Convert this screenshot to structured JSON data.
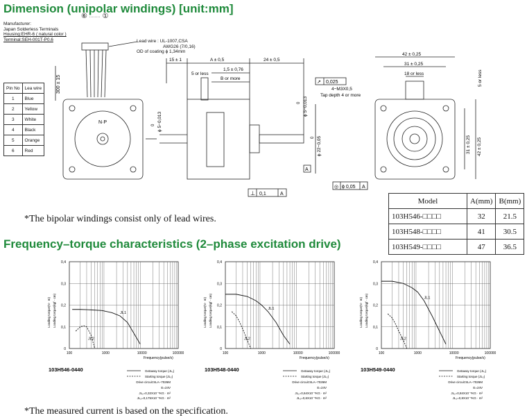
{
  "headings": {
    "dimension": "Dimension (unipolar windings) [unit:mm]",
    "freq_torque": "Frequency–torque characteristics (2–phase excitation drive)"
  },
  "manufacturer": {
    "line1": "Manufacturer:",
    "line2": "Japan Solderless Terminals",
    "line3": "Housing:EHR-6 ( natural color )",
    "line4": "Terminal:SEH-001T-P0.6",
    "connector_labels": [
      "⑥",
      "········",
      "①"
    ]
  },
  "lead_wire": {
    "line1": "Lead wire : UL-1007,CSA",
    "line2": "AWG26 (7/0,16)",
    "line3": "OD of coating ϕ 1,34mm"
  },
  "pin_table": {
    "headers": [
      "Pin No",
      "Lea wire"
    ],
    "rows": [
      [
        "1",
        "Blue"
      ],
      [
        "2",
        "Yellow"
      ],
      [
        "3",
        "White"
      ],
      [
        "4",
        "Black"
      ],
      [
        "5",
        "Orange"
      ],
      [
        "6",
        "Red"
      ]
    ]
  },
  "front": {
    "np_label": "N·P",
    "dim_300": "300 ± 15"
  },
  "side": {
    "dim_15": "15 ± 1",
    "dim_A": "A ± 0,5",
    "dim_24": "24 ± 0,5",
    "dim_15b": "1,5 ± 0,76",
    "five_or_less": "5 or less",
    "b_or_more": "B or more",
    "shaft_dia": "ϕ 5−0,013",
    "shaft_dia_top": "0",
    "boss_dia": "ϕ 22−0,05",
    "boss_dia_top": "0",
    "shaft_dia2": "ϕ 5−0,013",
    "shaft_dia2_top": "0",
    "datum": "A",
    "perp": "⊥",
    "perp_val": "0,1",
    "perp_ref": "A",
    "runout_sym": "↗",
    "runout_val": "0,025",
    "conc_sym": "◎",
    "conc_val": "ϕ 0,05",
    "conc_ref": "A",
    "tap1": "4−M3X0,5",
    "tap2": "Tap depth 4 or more"
  },
  "rear": {
    "dim_42": "42 ± 0,25",
    "dim_31": "31 ± 0,25",
    "dim_18": "18 or less",
    "five_or_less": "5 or less",
    "dim_31v": "31 ± 0,25",
    "dim_42v": "42 ± 0,25"
  },
  "bipolar_note": "*The bipolar windings consist only of lead wires.",
  "model_table": {
    "headers": [
      "Model",
      "A(mm)",
      "B(mm)"
    ],
    "rows": [
      [
        "103H546-□□□□",
        "32",
        "21.5"
      ],
      [
        "103H548-□□□□",
        "41",
        "30.5"
      ],
      [
        "103H549-□□□□",
        "47",
        "36.5"
      ]
    ]
  },
  "chart_common": {
    "y_ticks": [
      "0",
      "0,1",
      "0,2",
      "0,3",
      "0,4"
    ],
    "x_ticks": [
      "100",
      "1000",
      "10000",
      "100000"
    ],
    "ylabel": "Loading torque(N · m)",
    "ylabel2": "Loading torque(kgf · cm)",
    "xlabel": "Frequency(pulse/s)",
    "legend_getaway": "Getaway torque  (JL₁)",
    "legend_starting": "Starting torque  (JL₂)",
    "drive": "Drive circuit:SLA−7026M",
    "voltage": "E=24V"
  },
  "chart_data": [
    {
      "type": "line",
      "title": "103H546-0440",
      "x_scale": "log",
      "xlim": [
        100,
        100000
      ],
      "ylim": [
        0,
        0.4
      ],
      "series": [
        {
          "name": "JL1",
          "style": "solid",
          "x": [
            120,
            200,
            400,
            800,
            1500,
            2500,
            4000,
            6000,
            9000
          ],
          "y": [
            0.18,
            0.18,
            0.178,
            0.175,
            0.165,
            0.15,
            0.12,
            0.07,
            0.02
          ]
        },
        {
          "name": "JL2",
          "style": "dashed",
          "x": [
            150,
            200,
            250,
            300,
            400,
            500
          ],
          "y": [
            0.08,
            0.1,
            0.105,
            0.1,
            0.06,
            0.0
          ]
        }
      ],
      "jl1": "JL₁=0,32X10⁻⁵KG · m²",
      "jl2": "JL₂=0,175X10⁻⁵KG · m²",
      "labels": [
        "JL1",
        "JL2"
      ]
    },
    {
      "type": "line",
      "title": "103H548-0440",
      "x_scale": "log",
      "xlim": [
        100,
        100000
      ],
      "ylim": [
        0,
        0.4
      ],
      "series": [
        {
          "name": "JL1",
          "style": "solid",
          "x": [
            100,
            200,
            400,
            700,
            1000,
            1500,
            2500,
            4000,
            6000
          ],
          "y": [
            0.25,
            0.25,
            0.24,
            0.22,
            0.2,
            0.17,
            0.12,
            0.06,
            0.02
          ]
        },
        {
          "name": "JL2",
          "style": "dashed",
          "x": [
            150,
            200,
            250,
            300,
            400,
            500
          ],
          "y": [
            0.17,
            0.15,
            0.12,
            0.09,
            0.04,
            0.0
          ]
        }
      ],
      "jl1": "JL₁=0,64X10⁻⁵KG · m²",
      "jl2": "JL₂=0,6X10⁻⁵KG · m²",
      "labels": [
        "JL1",
        "JL2"
      ]
    },
    {
      "type": "line",
      "title": "103H549-0440",
      "x_scale": "log",
      "xlim": [
        100,
        100000
      ],
      "ylim": [
        0,
        0.4
      ],
      "series": [
        {
          "name": "JL1",
          "style": "solid",
          "x": [
            100,
            200,
            400,
            700,
            1000,
            1500,
            2500,
            4000,
            6000
          ],
          "y": [
            0.31,
            0.31,
            0.3,
            0.28,
            0.26,
            0.22,
            0.15,
            0.08,
            0.02
          ]
        },
        {
          "name": "JL2",
          "style": "dashed",
          "x": [
            150,
            200,
            250,
            300,
            400,
            500
          ],
          "y": [
            0.16,
            0.14,
            0.11,
            0.08,
            0.04,
            0.0
          ]
        }
      ],
      "jl1": "JL₁=0,84X10⁻⁵KG · m²",
      "jl2": "JL₂=0,8X10⁻⁵KG · m²",
      "labels": [
        "JL1",
        "JL2"
      ]
    }
  ],
  "measured_note": "*The measured current is based on the specification."
}
